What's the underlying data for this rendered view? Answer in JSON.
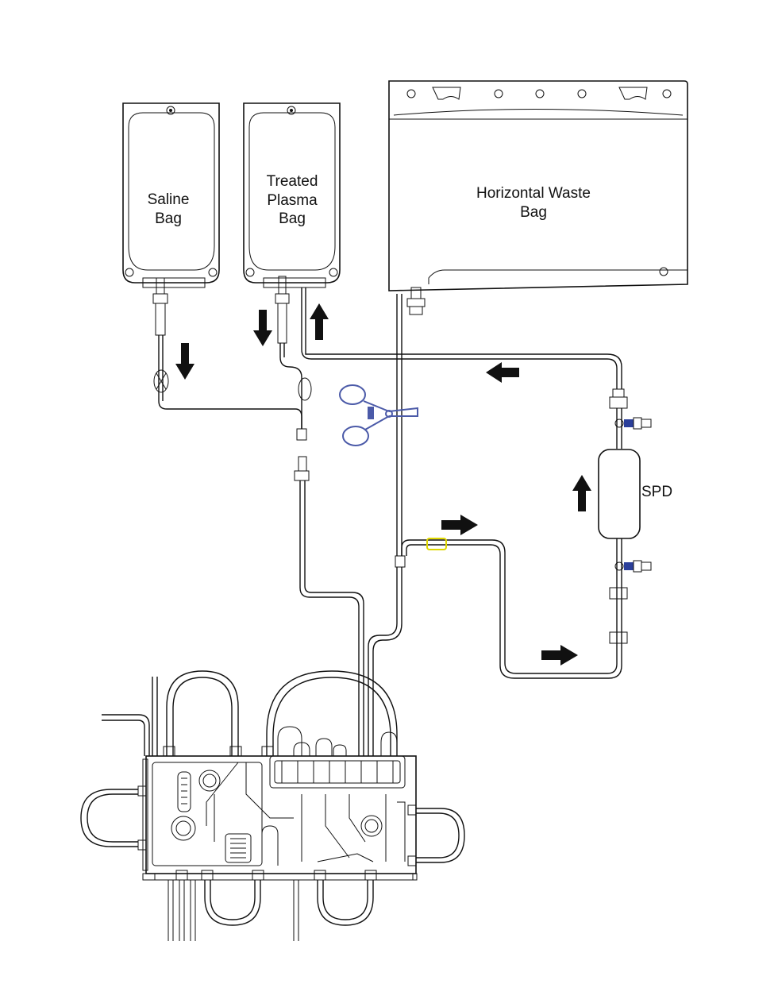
{
  "labels": {
    "saline_bag": [
      "Saline",
      "Bag"
    ],
    "treated_plasma_bag": [
      "Treated",
      "Plasma",
      "Bag"
    ],
    "waste_bag": [
      "Horizontal Waste",
      "Bag"
    ],
    "spd": "SPD"
  },
  "colors": {
    "line": "#111111",
    "clamp": "#4b5aa8",
    "stopcock": "#2b3f9a",
    "connector": "#e8e000",
    "arrow": "#111111"
  },
  "icons": [
    "scissor-clamp-icon",
    "flow-arrow-icon",
    "stopcock-icon",
    "connector-icon"
  ]
}
